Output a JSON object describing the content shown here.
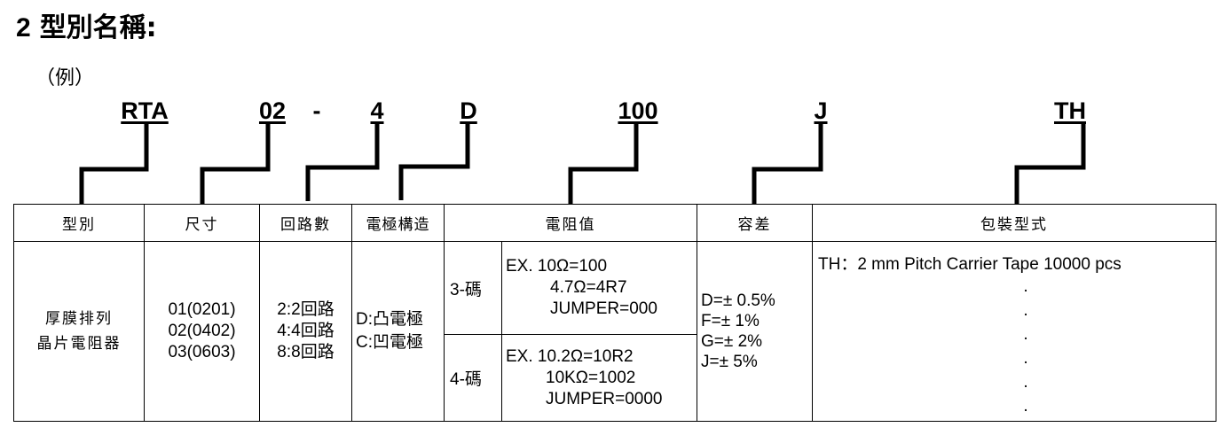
{
  "section": {
    "number": "2",
    "title": "型別名稱:"
  },
  "example_label": "（例）",
  "codes": [
    "RTA",
    "02",
    "-",
    "4",
    "D",
    "100",
    "J",
    "TH"
  ],
  "headers": [
    "型別",
    "尺寸",
    "回路數",
    "電極構造",
    "電阻值",
    "容差",
    "包裝型式"
  ],
  "type": {
    "lines": [
      "厚膜排列",
      "晶片電阻器"
    ]
  },
  "size": {
    "lines": [
      "01(0201)",
      "02(0402)",
      "03(0603)"
    ]
  },
  "circuits": {
    "lines": [
      "2:2回路",
      "4:4回路",
      "8:8回路"
    ]
  },
  "electrode": {
    "lines": [
      "D:凸電極",
      "C:凹電極"
    ]
  },
  "resistance": {
    "three": {
      "label": "3-碼",
      "lines": [
        "EX. 10Ω=100",
        "4.7Ω=4R7",
        "JUMPER=000"
      ]
    },
    "four": {
      "label": "4-碼",
      "lines": [
        "EX. 10.2Ω=10R2",
        "10KΩ=1002",
        "JUMPER=0000"
      ]
    }
  },
  "tolerance": {
    "lines": [
      "D=± 0.5%",
      "F=± 1%",
      "G=± 2%",
      "J=± 5%"
    ]
  },
  "packaging": {
    "first": "TH：2 mm Pitch Carrier Tape 10000 pcs",
    "dots": [
      ".",
      ".",
      ".",
      ".",
      ".",
      "."
    ]
  }
}
